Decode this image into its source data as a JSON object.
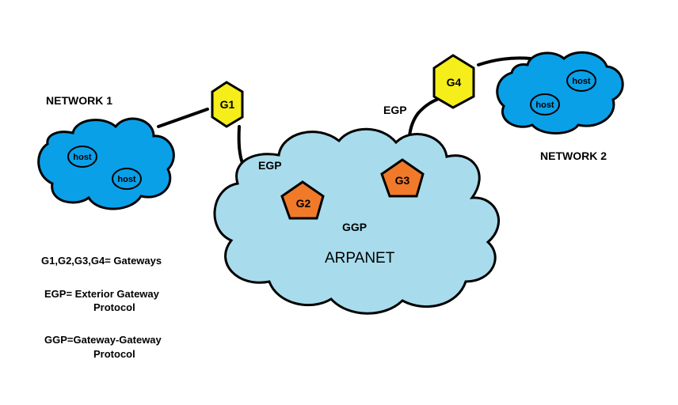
{
  "networks": {
    "network1": "NETWORK 1",
    "network2": "NETWORK 2",
    "arpanet": "ARPANET",
    "host_label": "host"
  },
  "gateways": {
    "g1": "G1",
    "g2": "G2",
    "g3": "G3",
    "g4": "G4"
  },
  "links": {
    "egp_g1_g2": "EGP",
    "egp_g3_g4": "EGP",
    "ggp_g2_g3": "GGP"
  },
  "legend": {
    "gateways_line": "G1,G2,G3,G4= Gateways",
    "egp_line1": "EGP= Exterior Gateway",
    "egp_line2": "Protocol",
    "ggp_line1": "GGP=Gateway-Gateway",
    "ggp_line2": "Protocol"
  },
  "colors": {
    "network_cloud": "#0aa0e8",
    "arpanet_cloud": "#a8dcec",
    "hexagon_gateway": "#f5ee1a",
    "pentagon_gateway": "#f07a2a",
    "outline": "#000000"
  }
}
